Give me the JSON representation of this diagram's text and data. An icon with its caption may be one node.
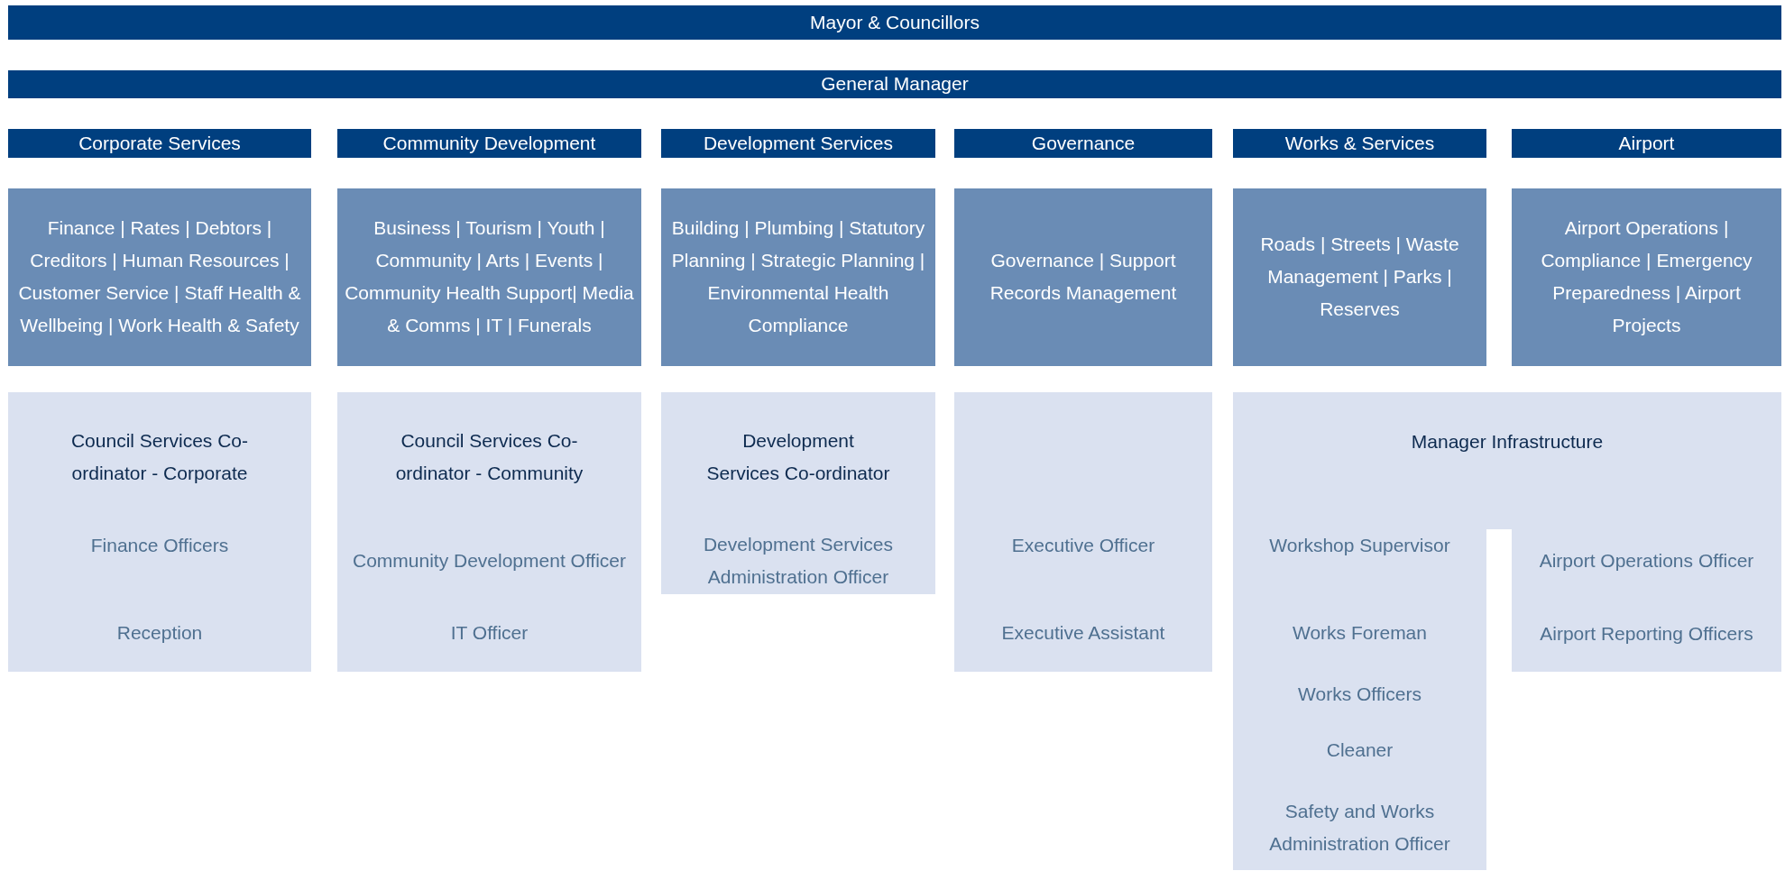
{
  "diagram": {
    "nodes": [
      {
        "text": [
          "Mayor & Councillors"
        ]
      },
      {
        "text": [
          "General Manager"
        ]
      },
      {
        "text": [
          "Corporate Services"
        ]
      },
      {
        "text": [
          "Community Development"
        ]
      },
      {
        "text": [
          "Development Services"
        ]
      },
      {
        "text": [
          "Governance"
        ]
      },
      {
        "text": [
          "Works & Services"
        ]
      },
      {
        "text": [
          "Airport"
        ]
      },
      {
        "text": [
          "Finance | Rates | Debtors | Creditors | Human Resources | Customer Service | Staff Health & Wellbeing | Work Health & Safety"
        ]
      },
      {
        "text": [
          "Business | Tourism | Youth | Community | Arts | Events | Community Health Support| Media & Comms | IT | Funerals"
        ]
      },
      {
        "text": [
          "Building | Plumbing | Statutory Planning | Strategic Planning | Environmental Health Compliance"
        ]
      },
      {
        "text": [
          "Governance | Support Records Management"
        ]
      },
      {
        "text": [
          "Roads | Streets | Waste Management | Parks | Reserves"
        ]
      },
      {
        "text": [
          "Airport Operations | Compliance | Emergency Preparedness | Airport Projects"
        ]
      },
      {
        "text": [
          "Council Services Co-ordinator - Corporate",
          "Finance Officers",
          "Reception"
        ]
      },
      {
        "text": [
          "Council Services Co-ordinator - Community",
          "Community Development Officer",
          "IT Officer"
        ]
      },
      {
        "text": [
          "Development Services Co-ordinator",
          "Development Services Administration Officer"
        ]
      },
      {
        "text": [
          "Executive Officer",
          "Executive Assistant"
        ]
      },
      {
        "text": [
          "Manager Infrastructure"
        ]
      },
      {
        "text": [
          "Workshop Supervisor",
          "Works Foreman",
          "Works Officers",
          "Cleaner",
          "Safety and Works Administration Officer"
        ]
      },
      {
        "text": [
          "Airport Operations Officer",
          "Airport Reporting Officers"
        ]
      }
    ]
  }
}
